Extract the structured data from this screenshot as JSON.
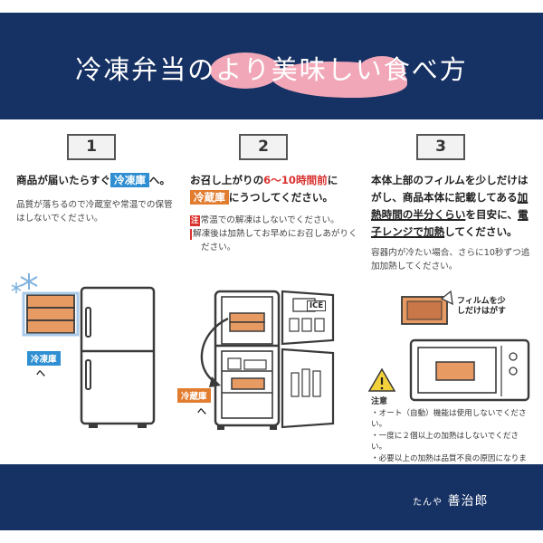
{
  "header": {
    "title": "冷凍弁当のより美味しい食べ方"
  },
  "steps": [
    {
      "number": "1",
      "lead_pre": "商品が届いたらすぐ",
      "lead_tag": "冷凍庫",
      "lead_post": "へ。",
      "note": "品質が落ちるので冷蔵室や常温での保管はしないでください。",
      "illus_label": "冷凍庫",
      "illus_label_suffix": "へ"
    },
    {
      "number": "2",
      "lead_pre": "お召し上がりの",
      "lead_red": "6～10時間前",
      "lead_mid": "に",
      "lead_tag": "冷蔵庫",
      "lead_post": "にうつしてください。",
      "note_mark": "注",
      "note1": "常温での解凍はしないでください。",
      "note2": "解凍後は加熱してお早めにお召しあがりください。",
      "illus_label": "冷蔵庫",
      "illus_label_suffix": "へ",
      "ice_label": "ICE"
    },
    {
      "number": "3",
      "lead_pre": "本体上部のフィルムを少しだけはがし、商品本体に記載してある",
      "lead_ul1": "加熱時間の半分くらい",
      "lead_mid": "を目安に、",
      "lead_ul2": "電子レンジで加熱",
      "lead_post": "してください。",
      "note": "容器内が冷たい場合、さらに10秒ずつ追加加熱してください。",
      "film_label": "フィルムを少しだけはがす",
      "caution_title": "注意",
      "caution_items": [
        "・オート（自動）機能は使用しないでください。",
        "・一度に２個以上の加熱はしないでください。",
        "・必要以上の加熱は品質不良の原因になりますのでご注意ください。"
      ]
    }
  ],
  "footer": {
    "logo_small": "たんや",
    "logo_main": "善治郎"
  },
  "colors": {
    "navy": "#163163",
    "pink": "#f1a7b8",
    "blue_tag": "#2f8fd2",
    "orange_tag": "#e27c2f",
    "red": "#d8322f"
  }
}
